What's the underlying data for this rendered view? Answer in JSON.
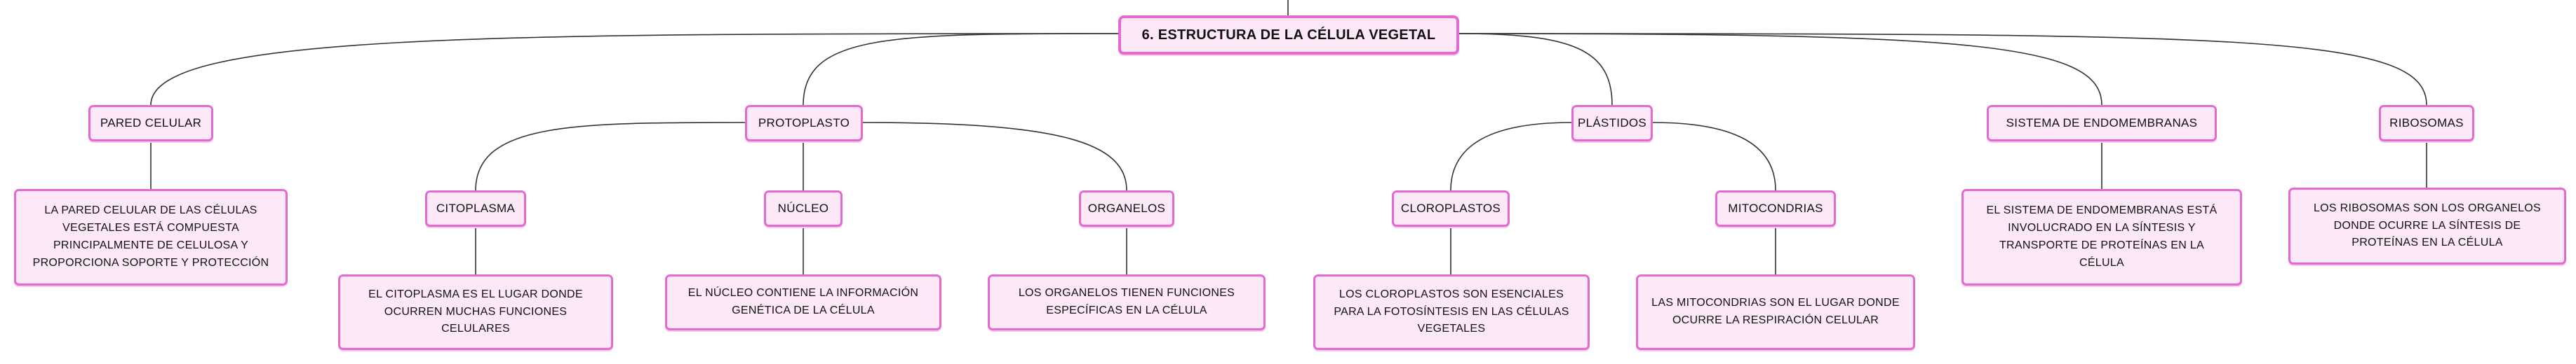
{
  "root": {
    "label": "6. ESTRUCTURA DE LA CÉLULA VEGETAL"
  },
  "branches": [
    {
      "label": "PARED CELULAR",
      "description": "LA PARED CELULAR DE LAS CÉLULAS VEGETALES ESTÁ COMPUESTA PRINCIPALMENTE DE CELULOSA Y PROPORCIONA SOPORTE Y PROTECCIÓN"
    },
    {
      "label": "PROTOPLASTO",
      "children": [
        {
          "label": "CITOPLASMA",
          "description": "EL CITOPLASMA ES EL LUGAR DONDE OCURREN MUCHAS FUNCIONES CELULARES"
        },
        {
          "label": "NÚCLEO",
          "description": "EL NÚCLEO CONTIENE LA INFORMACIÓN GENÉTICA DE LA CÉLULA"
        },
        {
          "label": "ORGANELOS",
          "description": "LOS ORGANELOS TIENEN FUNCIONES ESPECÍFICAS EN LA CÉLULA"
        }
      ]
    },
    {
      "label": "PLÁSTIDOS",
      "children": [
        {
          "label": "CLOROPLASTOS",
          "description": "LOS CLOROPLASTOS SON ESENCIALES PARA LA FOTOSÍNTESIS EN LAS CÉLULAS VEGETALES"
        },
        {
          "label": "MITOCONDRIAS",
          "description": "LAS MITOCONDRIAS SON EL LUGAR DONDE OCURRE LA RESPIRACIÓN CELULAR"
        }
      ]
    },
    {
      "label": "SISTEMA DE ENDOMEMBRANAS",
      "description": "EL SISTEMA DE ENDOMEMBRANAS ESTÁ INVOLUCRADO EN LA SÍNTESIS Y TRANSPORTE DE PROTEÍNAS EN LA CÉLULA"
    },
    {
      "label": "RIBOSOMAS",
      "description": "LOS RIBOSOMAS SON LOS ORGANELOS DONDE OCURRE LA SÍNTESIS DE PROTEÍNAS EN LA CÉLULA"
    }
  ],
  "colors": {
    "node_fill": "#fde8f8",
    "node_border": "#e36ad0",
    "connector": "#333333"
  }
}
